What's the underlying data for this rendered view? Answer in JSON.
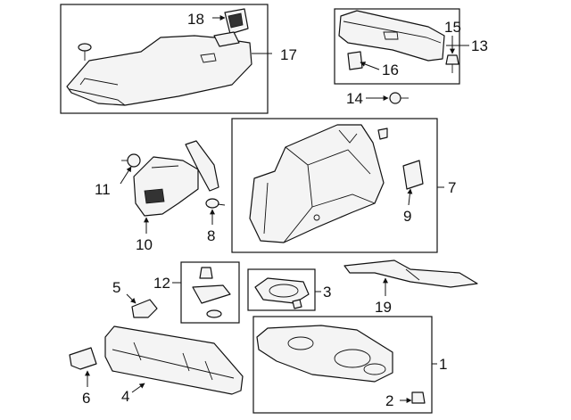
{
  "callouts": {
    "n1": "1",
    "n2": "2",
    "n3": "3",
    "n4": "4",
    "n5": "5",
    "n6": "6",
    "n7": "7",
    "n8": "8",
    "n9": "9",
    "n10": "10",
    "n11": "11",
    "n12": "12",
    "n13": "13",
    "n14": "14",
    "n15": "15",
    "n16": "16",
    "n17": "17",
    "n18": "18",
    "n19": "19"
  },
  "colors": {
    "line": "#111111",
    "part_fill": "#f4f4f4",
    "background": "#ffffff"
  }
}
